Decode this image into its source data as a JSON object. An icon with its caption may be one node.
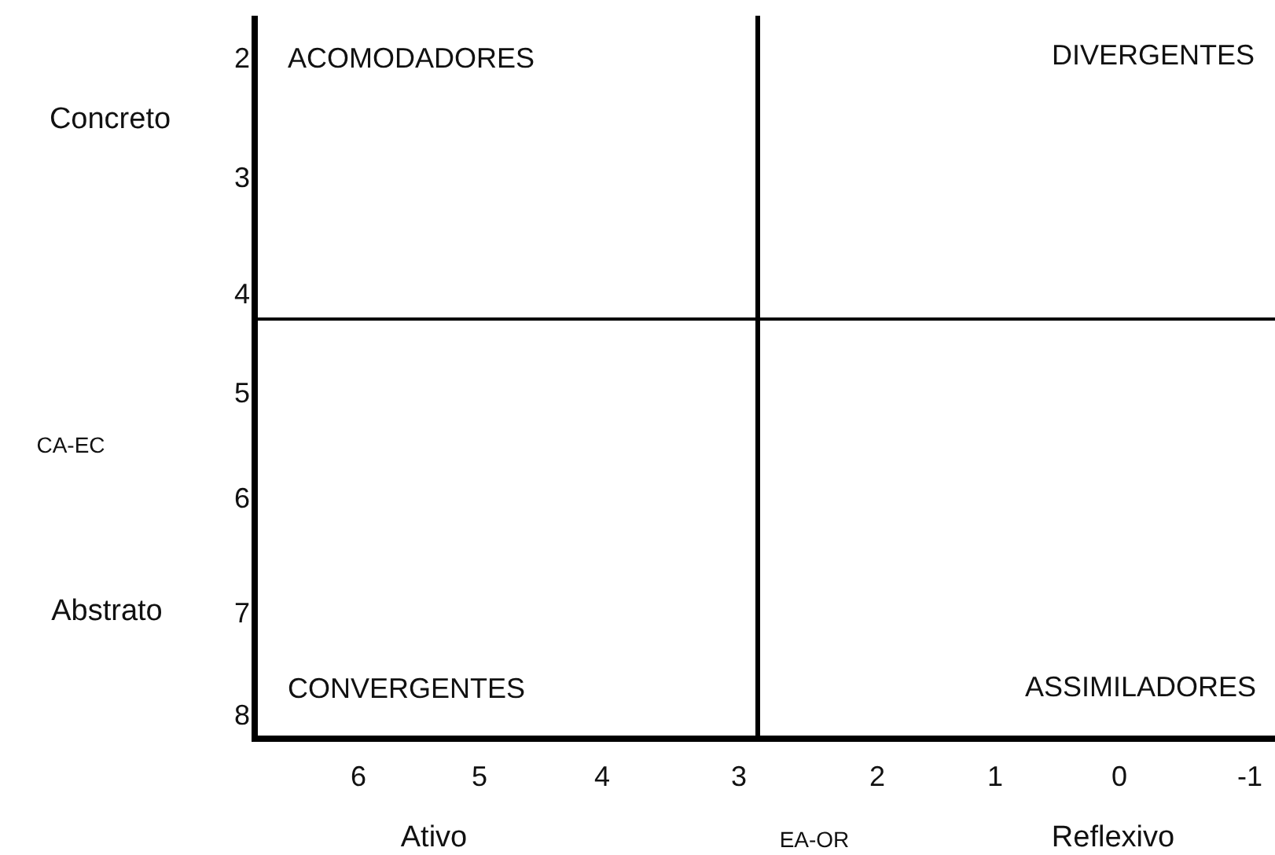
{
  "diagram": {
    "labels": [
      "2",
      "ACOMODADORES",
      "DIVERGENTES",
      "Concreto",
      "3",
      "4",
      "5",
      "CA-EC",
      "6",
      "Abstrato",
      "7",
      "CONVERGENTES",
      "ASSIMILADORES",
      "8",
      "6",
      "5",
      "4",
      "3",
      "2",
      "1",
      "0",
      "-1",
      "Ativo",
      "EA-OR",
      "Reflexivo"
    ]
  }
}
